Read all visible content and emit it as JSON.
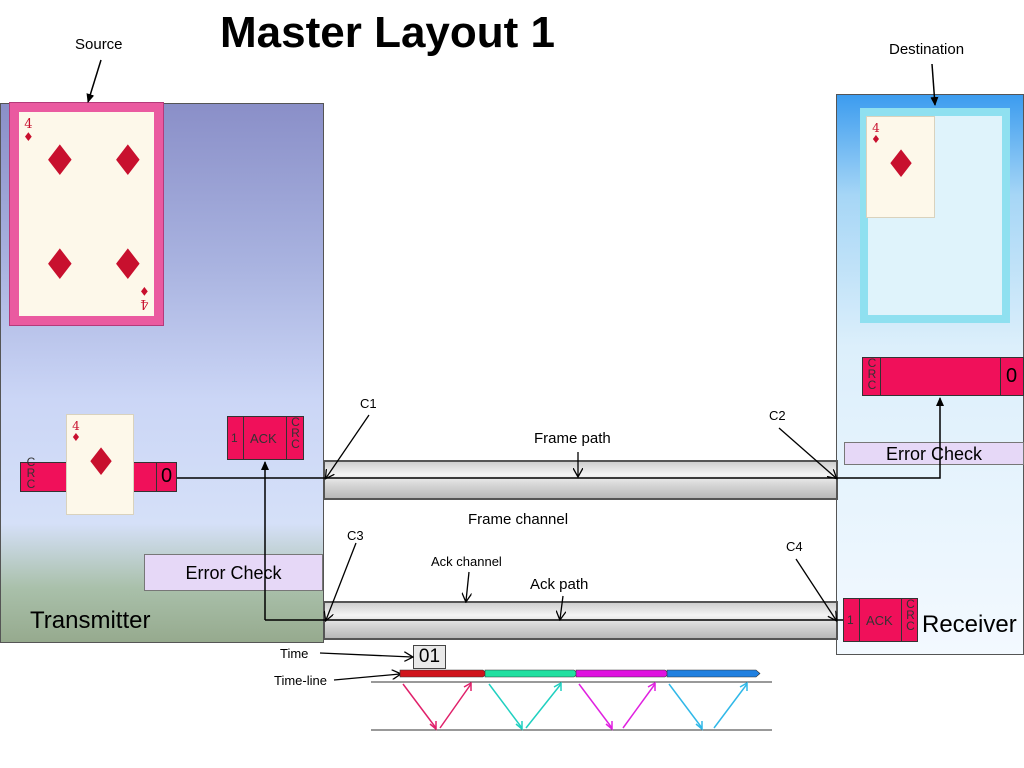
{
  "title": "Master Layout 1",
  "labels": {
    "source": "Source",
    "destination": "Destination",
    "transmitter": "Transmitter",
    "receiver": "Receiver",
    "frame_path": "Frame path",
    "frame_channel": "Frame channel",
    "ack_channel": "Ack channel",
    "ack_path": "Ack path",
    "time": "Time",
    "time_line": "Time-line",
    "c1": "C1",
    "c2": "C2",
    "c3": "C3",
    "c4": "C4"
  },
  "error_check": "Error Check",
  "packets": {
    "crc_letters": [
      "C",
      "R",
      "C"
    ],
    "frame_seq": "0",
    "ack_seq": "1",
    "ack_label": "ACK"
  },
  "source_card": {
    "rank": "4",
    "suit": "♦"
  },
  "time_value": "01",
  "colors": {
    "packet": "#f0105a",
    "timeline_segments": [
      "#d0141c",
      "#20e0a0",
      "#e010e0",
      "#2080e0"
    ]
  }
}
